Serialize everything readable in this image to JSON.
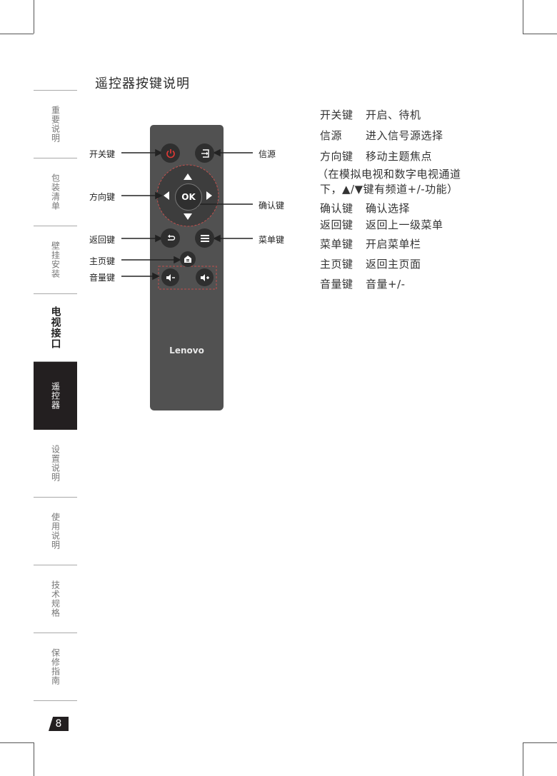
{
  "title": "遥控器按键说明",
  "sidebar": {
    "tabs": [
      {
        "label": "重要说明"
      },
      {
        "label": "包装清单"
      },
      {
        "label": "壁挂安装"
      },
      {
        "label": "电视接口"
      },
      {
        "label": "遥控器"
      },
      {
        "label": "设置说明"
      },
      {
        "label": "使用说明"
      },
      {
        "label": "技术规格"
      },
      {
        "label": "保修指南"
      }
    ]
  },
  "page_number": "8",
  "remote": {
    "brand": "Lenovo",
    "ok_label": "OK",
    "callouts": {
      "power": "开关键",
      "source": "信源",
      "dpad": "方向键",
      "ok": "确认键",
      "back": "返回键",
      "menu": "菜单键",
      "home": "主页键",
      "volume": "音量键"
    }
  },
  "descriptions": {
    "power": {
      "key": "开关键",
      "text": "开启、待机"
    },
    "source": {
      "key": "信源",
      "text": "进入信号源选择"
    },
    "dpad": {
      "key": "方向键",
      "text": "移动主题焦点"
    },
    "dpad_note1": "（在模拟电视和数字电视通道",
    "dpad_note2": "下，▲/▼键有频道+/-功能）",
    "ok": {
      "key": "确认键",
      "text": "确认选择"
    },
    "back": {
      "key": "返回键",
      "text": "返回上一级菜单"
    },
    "menu": {
      "key": "菜单键",
      "text": "开启菜单栏"
    },
    "home": {
      "key": "主页键",
      "text": "返回主页面"
    },
    "volume": {
      "key": "音量键",
      "text": "音量+/-"
    }
  },
  "colors": {
    "remote_body": "#515151",
    "button": "#2f2f2f",
    "power_icon": "#e53935",
    "dashed_outline": "#c0504d",
    "active_tab": "#231f20"
  }
}
